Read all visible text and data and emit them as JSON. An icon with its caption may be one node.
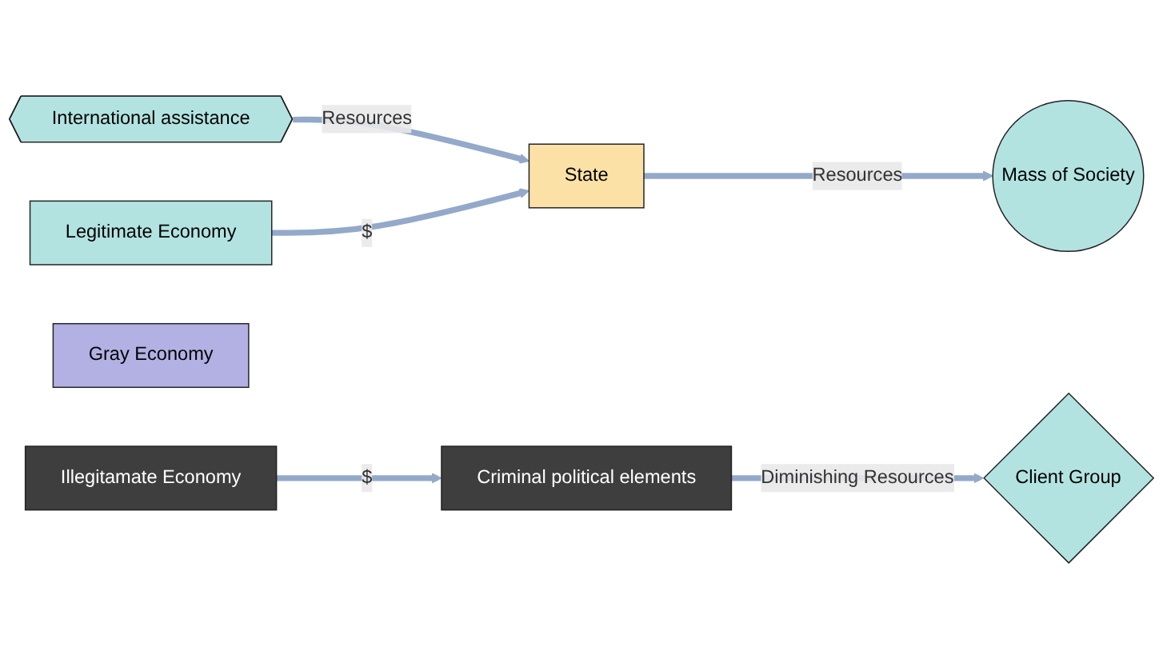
{
  "diagram": {
    "nodes": [
      {
        "text": [
          "International assistance"
        ]
      },
      {
        "text": [
          "Legitimate Economy"
        ]
      },
      {
        "text": [
          "Gray Economy"
        ]
      },
      {
        "text": [
          "Illegitamate Economy"
        ]
      },
      {
        "text": [
          "State"
        ]
      },
      {
        "text": [
          "Mass of Society"
        ]
      },
      {
        "text": [
          "Criminal political elements"
        ]
      },
      {
        "text": [
          "Client Group"
        ]
      }
    ],
    "edges": [
      {
        "from": 0,
        "to": 4,
        "arrow": "to",
        "label": "Resources"
      },
      {
        "from": 1,
        "to": 4,
        "arrow": "to",
        "label": "$"
      },
      {
        "from": 3,
        "to": 6,
        "arrow": "to",
        "label": "$"
      },
      {
        "from": 4,
        "to": 5,
        "arrow": "to",
        "label": "Resources"
      },
      {
        "from": 6,
        "to": 7,
        "arrow": "to",
        "label": "Diminishing Resources"
      }
    ]
  }
}
